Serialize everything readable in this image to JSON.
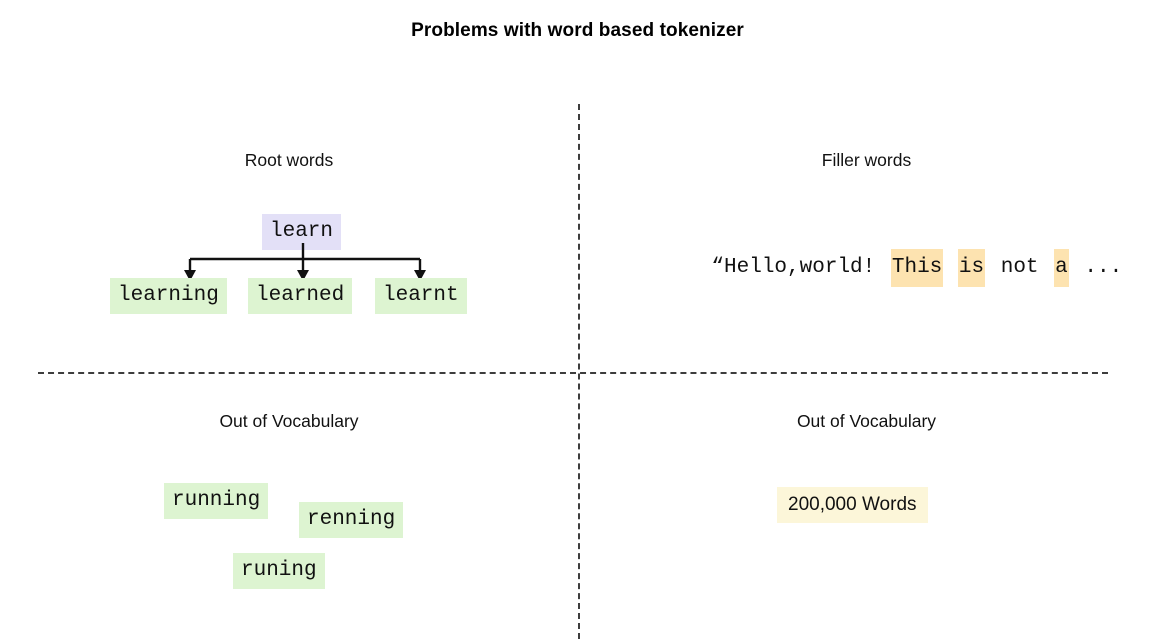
{
  "page": {
    "title": "Problems with word based tokenizer",
    "background_color": "#ffffff"
  },
  "colors": {
    "root_chip": "#e3e0f7",
    "derived_chip": "#ddf4d1",
    "filler_highlight": "#fde3b0",
    "vocab_chip": "#fcf6d9",
    "divider": "#3d3d3d",
    "text": "#111111"
  },
  "quadrants": {
    "top_left": {
      "heading": "Root words",
      "root_word": "learn",
      "derived_words": [
        "learning",
        "learned",
        "learnt"
      ]
    },
    "top_right": {
      "heading": "Filler words",
      "sentence_tokens": [
        {
          "text": "“Hello,world!",
          "filler": false
        },
        {
          "text": " ",
          "filler": false
        },
        {
          "text": "This",
          "filler": true
        },
        {
          "text": " ",
          "filler": false
        },
        {
          "text": "is",
          "filler": true
        },
        {
          "text": " ",
          "filler": false
        },
        {
          "text": "not",
          "filler": false
        },
        {
          "text": " ",
          "filler": false
        },
        {
          "text": "a",
          "filler": true
        },
        {
          "text": " ",
          "filler": false
        },
        {
          "text": "...",
          "filler": false
        }
      ],
      "sentence_plain": "“Hello,world! This is not a ..."
    },
    "bottom_left": {
      "heading": "Out of Vocabulary",
      "words": [
        "running",
        "renning",
        "runing"
      ]
    },
    "bottom_right": {
      "heading": "Out of Vocabulary",
      "vocab_size": "200,000 Words"
    }
  }
}
